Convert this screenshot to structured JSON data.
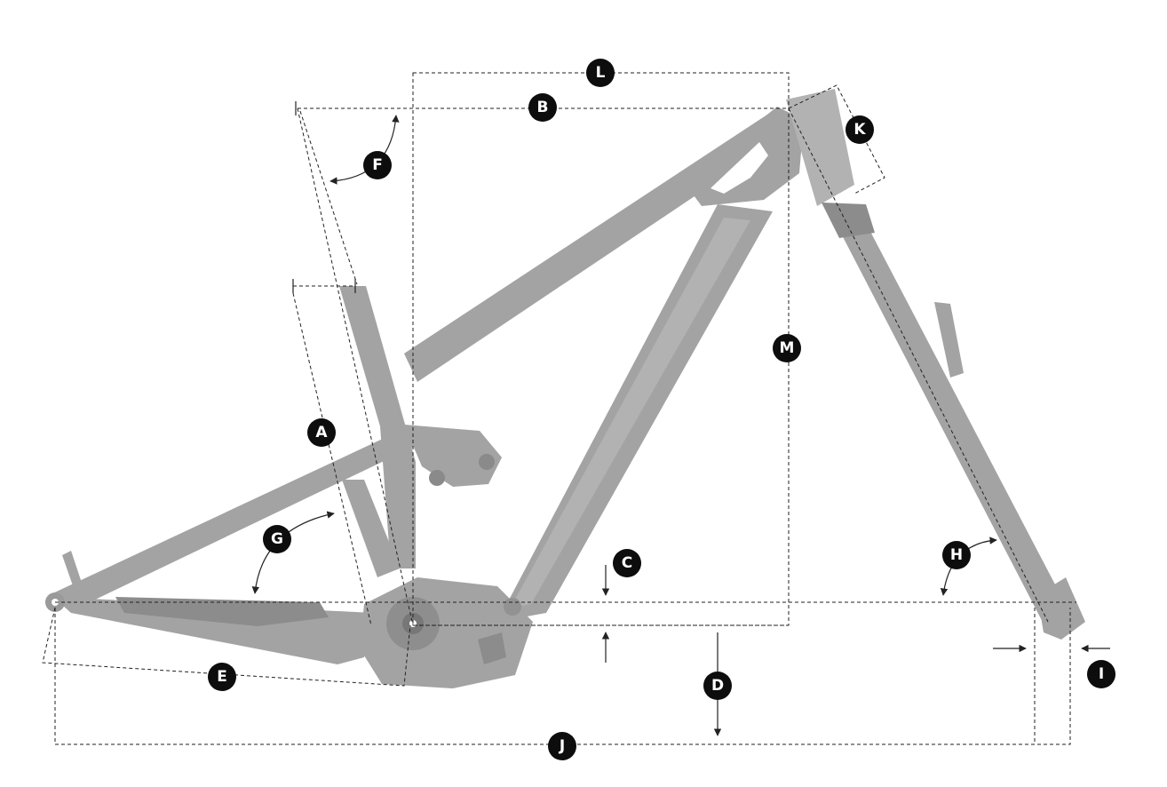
{
  "diagram": {
    "labels": {
      "A": "A",
      "B": "B",
      "C": "C",
      "D": "D",
      "E": "E",
      "F": "F",
      "G": "G",
      "H": "H",
      "I": "I",
      "J": "J",
      "K": "K",
      "L": "L",
      "M": "M"
    },
    "colors": {
      "frame": "#a3a3a3",
      "dimension_line": "#222222",
      "badge_fill": "#0d0d0d",
      "badge_text": "#ffffff"
    }
  }
}
